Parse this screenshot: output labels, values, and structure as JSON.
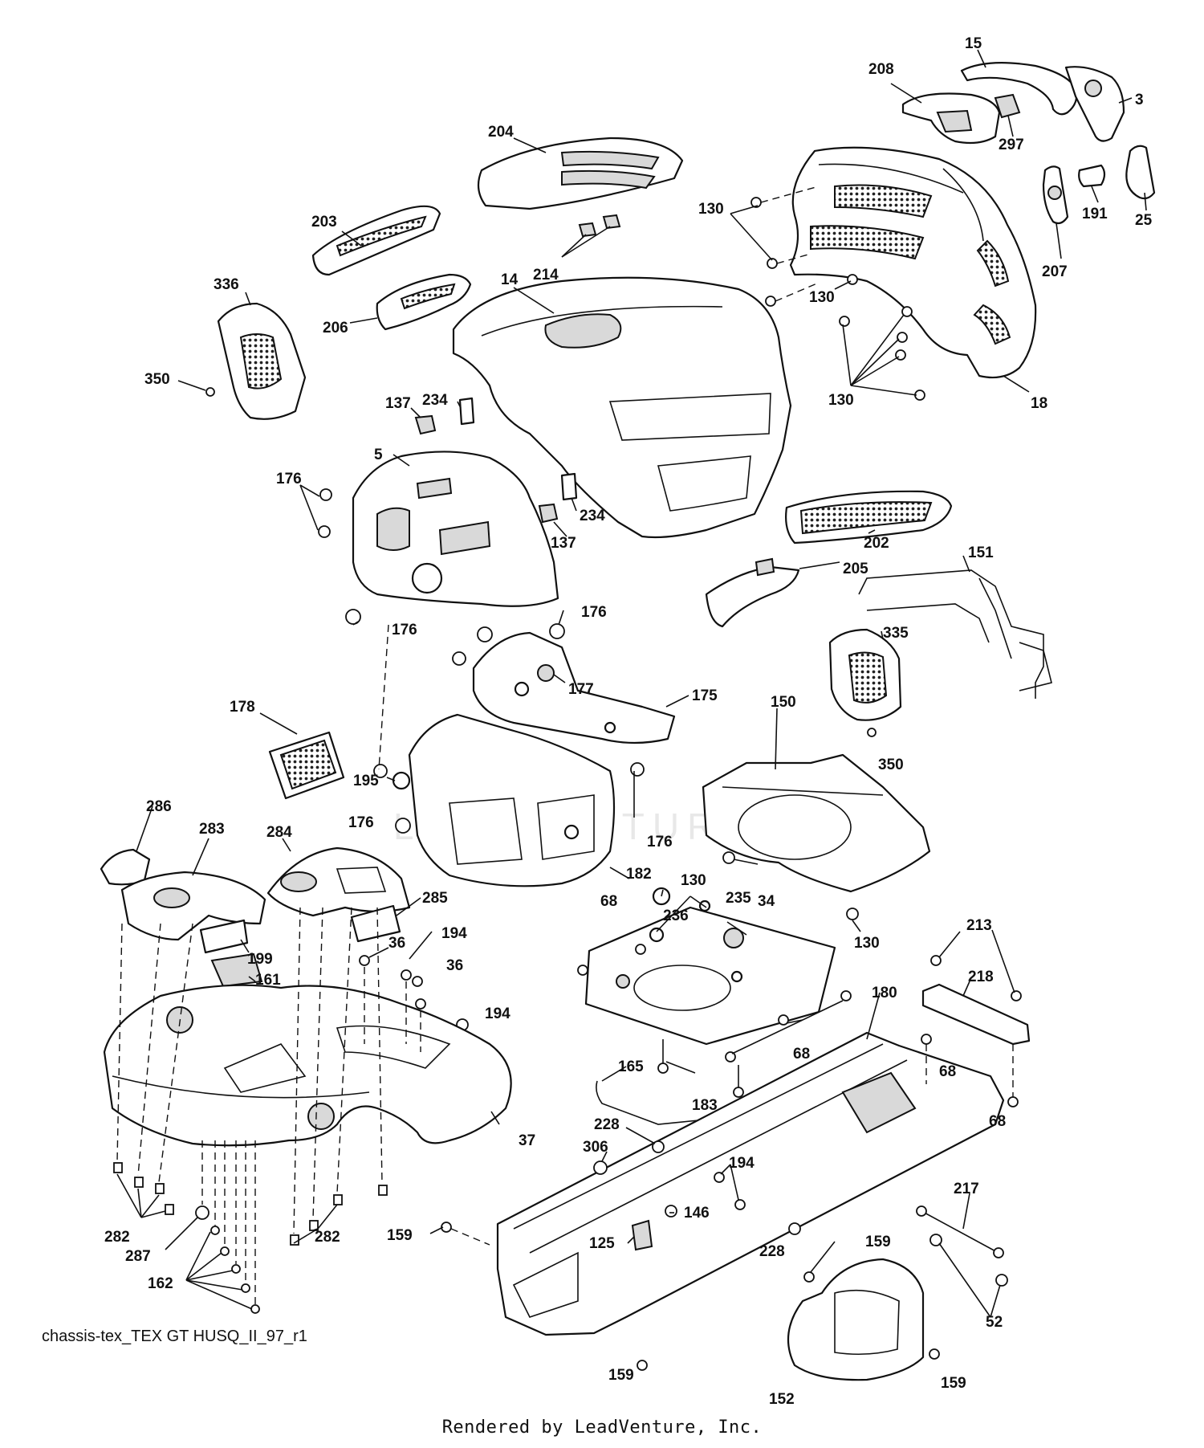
{
  "diagram": {
    "caption": "chassis-tex_TEX GT HUSQ_II_97_r1",
    "footer": "Rendered by LeadVenture, Inc.",
    "watermark": "LEADVENTURE",
    "parts": [
      {
        "id": "15",
        "label": "15"
      },
      {
        "id": "208",
        "label": "208"
      },
      {
        "id": "3",
        "label": "3"
      },
      {
        "id": "297",
        "label": "297"
      },
      {
        "id": "25",
        "label": "25"
      },
      {
        "id": "204",
        "label": "204"
      },
      {
        "id": "191",
        "label": "191"
      },
      {
        "id": "207",
        "label": "207"
      },
      {
        "id": "203",
        "label": "203"
      },
      {
        "id": "214",
        "label": "214"
      },
      {
        "id": "14",
        "label": "14"
      },
      {
        "id": "336",
        "label": "336"
      },
      {
        "id": "206",
        "label": "206"
      },
      {
        "id": "350",
        "label": "350"
      },
      {
        "id": "137",
        "label": "137"
      },
      {
        "id": "234",
        "label": "234"
      },
      {
        "id": "18",
        "label": "18"
      },
      {
        "id": "5",
        "label": "5"
      },
      {
        "id": "176",
        "label": "176"
      },
      {
        "id": "202",
        "label": "202"
      },
      {
        "id": "205",
        "label": "205"
      },
      {
        "id": "151",
        "label": "151"
      },
      {
        "id": "335",
        "label": "335"
      },
      {
        "id": "177",
        "label": "177"
      },
      {
        "id": "175",
        "label": "175"
      },
      {
        "id": "178",
        "label": "178"
      },
      {
        "id": "150",
        "label": "150"
      },
      {
        "id": "195",
        "label": "195"
      },
      {
        "id": "286",
        "label": "286"
      },
      {
        "id": "283",
        "label": "283"
      },
      {
        "id": "284",
        "label": "284"
      },
      {
        "id": "182",
        "label": "182"
      },
      {
        "id": "130",
        "label": "130"
      },
      {
        "id": "235",
        "label": "235"
      },
      {
        "id": "68",
        "label": "68"
      },
      {
        "id": "34",
        "label": "34"
      },
      {
        "id": "285",
        "label": "285"
      },
      {
        "id": "236",
        "label": "236"
      },
      {
        "id": "213",
        "label": "213"
      },
      {
        "id": "194",
        "label": "194"
      },
      {
        "id": "36",
        "label": "36"
      },
      {
        "id": "199",
        "label": "199"
      },
      {
        "id": "161",
        "label": "161"
      },
      {
        "id": "218",
        "label": "218"
      },
      {
        "id": "180",
        "label": "180"
      },
      {
        "id": "165",
        "label": "165"
      },
      {
        "id": "183",
        "label": "183"
      },
      {
        "id": "37",
        "label": "37"
      },
      {
        "id": "228",
        "label": "228"
      },
      {
        "id": "306",
        "label": "306"
      },
      {
        "id": "217",
        "label": "217"
      },
      {
        "id": "146",
        "label": "146"
      },
      {
        "id": "282",
        "label": "282"
      },
      {
        "id": "159",
        "label": "159"
      },
      {
        "id": "287",
        "label": "287"
      },
      {
        "id": "125",
        "label": "125"
      },
      {
        "id": "52",
        "label": "52"
      },
      {
        "id": "162",
        "label": "162"
      },
      {
        "id": "152",
        "label": "152"
      }
    ]
  }
}
